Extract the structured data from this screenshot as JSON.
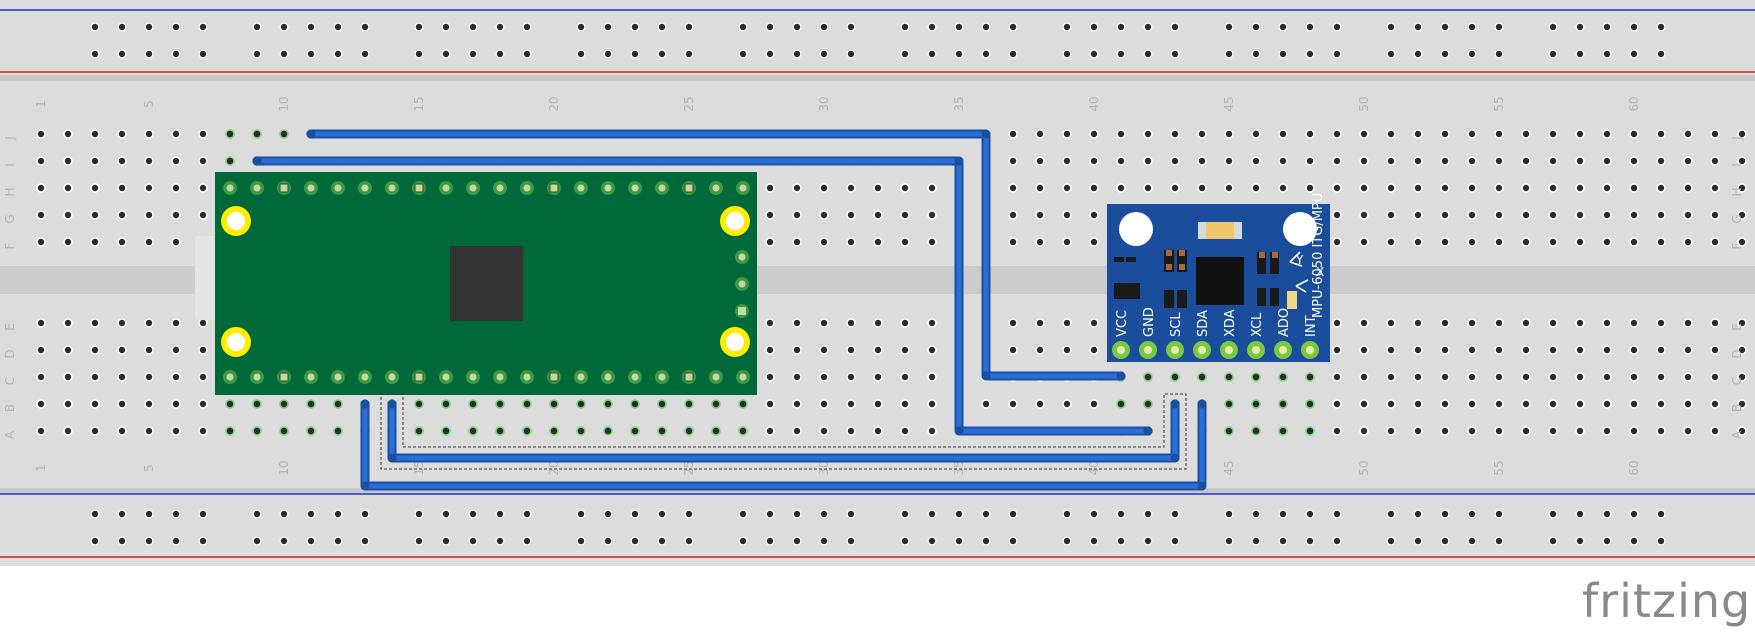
{
  "app": {
    "logo_text": "fritzing"
  },
  "breadboard": {
    "row_labels_top": [
      "J",
      "I",
      "H",
      "G",
      "F"
    ],
    "row_labels_bottom": [
      "E",
      "D",
      "C",
      "B",
      "A"
    ],
    "column_count": 64,
    "column_numbers": [
      "1",
      "5",
      "10",
      "15",
      "20",
      "25",
      "30",
      "35",
      "40",
      "45",
      "50",
      "55",
      "60"
    ],
    "colors": {
      "board": "#dcdcdc",
      "trench": "#cccccc",
      "rail_red": "#d21f1f",
      "rail_blue": "#1f2fd2",
      "hole": "#2b2b2b",
      "hole_connected": "#6ed36e"
    }
  },
  "mcu_board": {
    "color": "#00693a",
    "chip_color": "#333333",
    "mount_hole_color": "#ffee00"
  },
  "sensor_module": {
    "title": "MPU-6050 ITG/MPU",
    "pins": [
      "VCC",
      "GND",
      "SCL",
      "SDA",
      "XDA",
      "XCL",
      "ADO",
      "INT"
    ],
    "axis_labels": [
      "Y",
      "X"
    ],
    "color": "#1a4d9c"
  },
  "wires": {
    "color": "#2a6fd6",
    "count": 4
  }
}
